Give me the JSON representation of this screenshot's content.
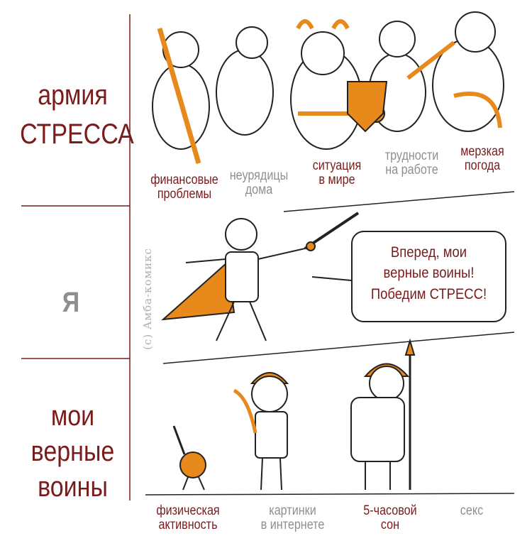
{
  "sections": {
    "stress_army": {
      "line1": "армия",
      "line2": "СТРЕССА"
    },
    "me": {
      "label": "Я"
    },
    "warriors": {
      "line1": "мои",
      "line2": "верные",
      "line3": "воины"
    }
  },
  "stressors": [
    {
      "line1": "финансовые",
      "line2": "проблемы",
      "color": "#7a1c1c"
    },
    {
      "line1": "неурядицы",
      "line2": "дома",
      "color": "#8f8f8f"
    },
    {
      "line1": "ситуация",
      "line2": "в мире",
      "color": "#7a1c1c"
    },
    {
      "line1": "трудности",
      "line2": "на работе",
      "color": "#8f8f8f"
    },
    {
      "line1": "мерзкая",
      "line2": "погода",
      "color": "#7a1c1c"
    }
  ],
  "speech": {
    "line1": "Вперед, мои",
    "line2": "верные воины!",
    "line3": "Победим СТРЕСС!"
  },
  "allies": [
    {
      "line1": "физическая",
      "line2": "активность",
      "color": "#7a1c1c"
    },
    {
      "line1": "картинки",
      "line2": "в интернете",
      "color": "#8f8f8f"
    },
    {
      "line1": "5-часовой",
      "line2": "сон",
      "color": "#7a1c1c"
    },
    {
      "line1": "секс",
      "line2": "",
      "color": "#8f8f8f"
    }
  ],
  "watermark": "(c) Амба-комикс",
  "colors": {
    "accent": "#e8891c",
    "label_red": "#7a1c1c",
    "label_gray": "#8f8f8f"
  }
}
